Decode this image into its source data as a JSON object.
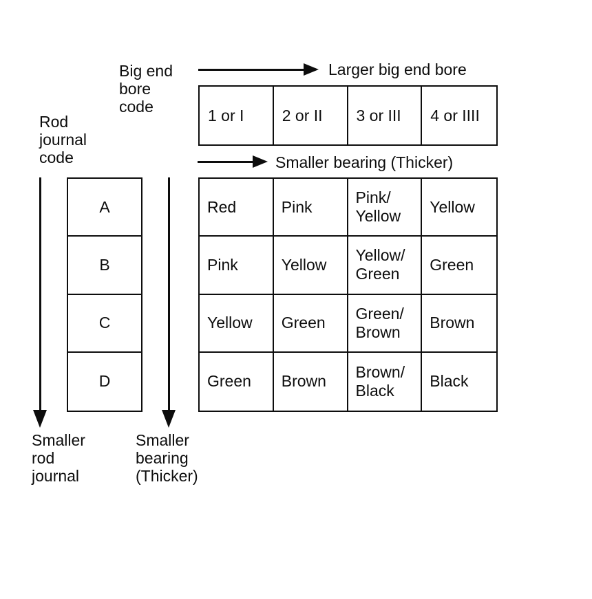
{
  "colors": {
    "ink": "#0d0d0d",
    "background": "#ffffff"
  },
  "icons": {
    "horizontal_arrow": "right-arrow (line + solid triangle)",
    "vertical_arrow": "down-arrow (line + solid triangle)"
  },
  "labels": {
    "big_end_bore_code": {
      "line1": "Big end",
      "line2": "bore",
      "line3": "code"
    },
    "rod_journal_code": {
      "line1": "Rod",
      "line2": "journal",
      "line3": "code"
    },
    "larger_big_end_bore": "Larger big end bore",
    "smaller_bearing_horizontal": "Smaller bearing (Thicker)",
    "smaller_rod_journal": {
      "line1": "Smaller",
      "line2": "rod",
      "line3": "journal"
    },
    "smaller_bearing_vertical": {
      "line1": "Smaller",
      "line2": "bearing",
      "line3": "(Thicker)"
    }
  },
  "bore_code_header": [
    "1 or I",
    "2 or II",
    "3 or III",
    "4 or IIII"
  ],
  "journal_codes": [
    "A",
    "B",
    "C",
    "D"
  ],
  "bearing_color_grid": [
    [
      [
        "Red"
      ],
      [
        "Pink"
      ],
      [
        "Pink/",
        "Yellow"
      ],
      [
        "Yellow"
      ]
    ],
    [
      [
        "Pink"
      ],
      [
        "Yellow"
      ],
      [
        "Yellow/",
        "Green"
      ],
      [
        "Green"
      ]
    ],
    [
      [
        "Yellow"
      ],
      [
        "Green"
      ],
      [
        "Green/",
        "Brown"
      ],
      [
        "Brown"
      ]
    ],
    [
      [
        "Green"
      ],
      [
        "Brown"
      ],
      [
        "Brown/",
        "Black"
      ],
      [
        "Black"
      ]
    ]
  ]
}
